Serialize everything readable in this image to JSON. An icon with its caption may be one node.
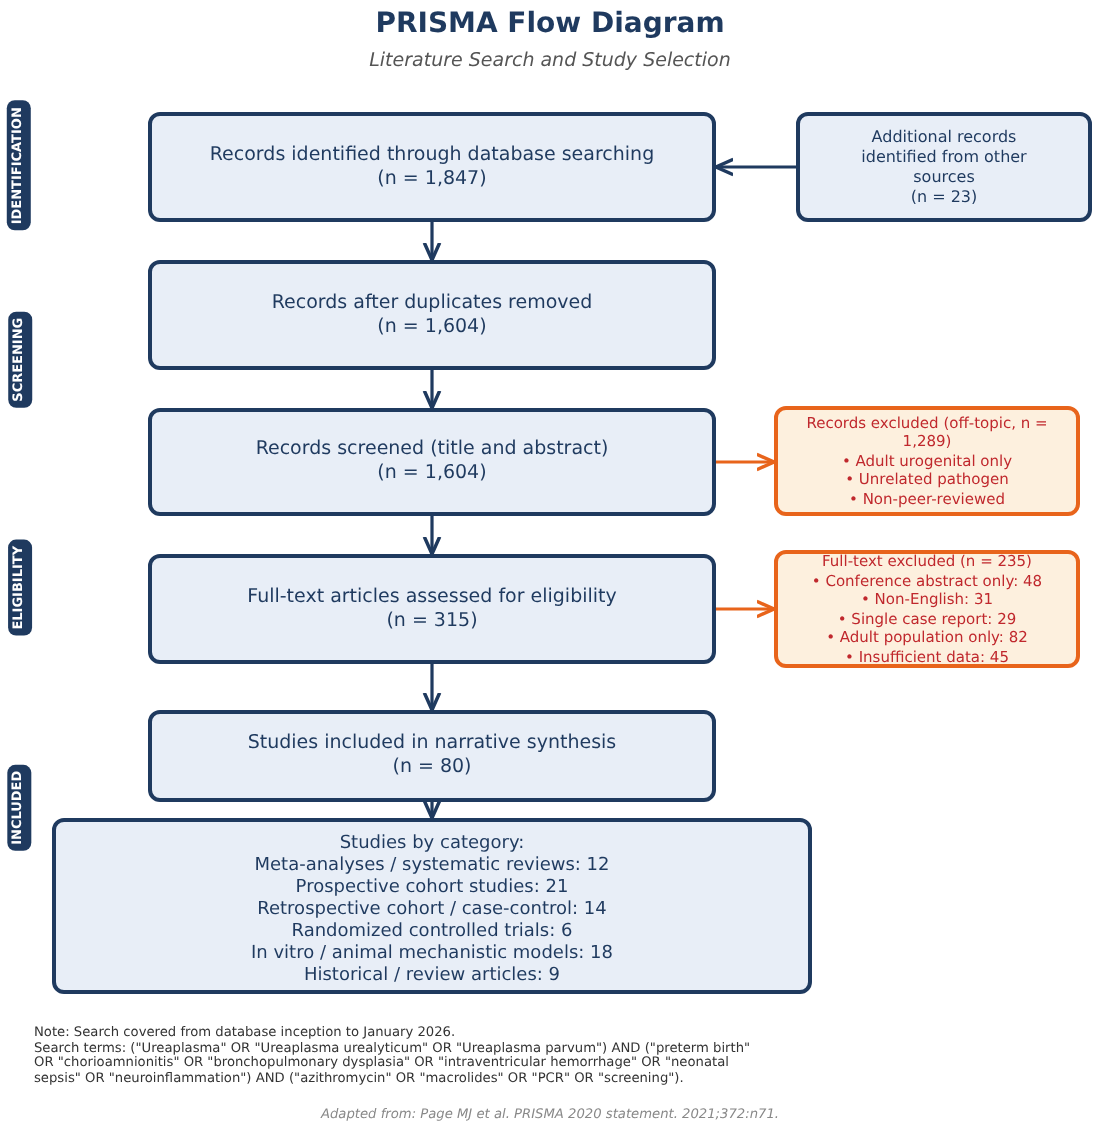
{
  "diagram": {
    "title": "PRISMA Flow Diagram",
    "caption": "Literature Search and Study Selection",
    "nodes": [
      {
        "text": [
          "Records identified through database searching",
          "(n = 1,847)"
        ]
      },
      {
        "text": [
          "Additional records identified from other sources",
          "(n = 23)"
        ]
      },
      {
        "text": [
          "Records after duplicates removed",
          "(n = 1,604)"
        ]
      },
      {
        "text": [
          "Records screened (title and abstract)",
          "(n = 1,604)"
        ]
      },
      {
        "text": [
          "Records excluded (off-topic, n = 1,289)",
          "• Adult urogenital only",
          "• Unrelated pathogen",
          "• Non-peer-reviewed"
        ]
      },
      {
        "text": [
          "Full-text articles assessed for eligibility",
          "(n = 315)"
        ]
      },
      {
        "text": [
          "Full-text excluded (n = 235)",
          "• Conference abstract only: 48",
          "• Non-English: 31",
          "• Single case report: 29",
          "• Adult population only: 82",
          "• Insufficient data: 45"
        ]
      },
      {
        "text": [
          "Studies included in narrative synthesis",
          "(n = 80)"
        ]
      },
      {
        "text": [
          "Studies by category:",
          "Meta-analyses / systematic reviews: 12",
          "Prospective cohort studies: 21",
          "Retrospective cohort / case-control: 14",
          "Randomized controlled trials: 6",
          "In vitro / animal mechanistic models: 18",
          "Historical / review articles: 9"
        ]
      }
    ],
    "edges": [
      {
        "from": 1,
        "to": 0,
        "arrow": "to"
      },
      {
        "from": 0,
        "to": 2,
        "arrow": "to"
      },
      {
        "from": 2,
        "to": 3,
        "arrow": "to"
      },
      {
        "from": 3,
        "to": 4,
        "arrow": "to",
        "color": "#e8641b"
      },
      {
        "from": 3,
        "to": 5,
        "arrow": "to"
      },
      {
        "from": 5,
        "to": 6,
        "arrow": "to",
        "color": "#e8641b"
      },
      {
        "from": 5,
        "to": 7,
        "arrow": "to"
      },
      {
        "from": 7,
        "to": 8,
        "arrow": "to"
      }
    ],
    "labels": [
      "IDENTIFICATION",
      "SCREENING",
      "ELIGIBILITY",
      "INCLUDED",
      "Note: Search covered from database inception to January 2026.",
      "Search terms: (\"Ureaplasma\" OR \"Ureaplasma urealyticum\" OR \"Ureaplasma parvum\") AND (\"preterm birth\" OR \"chorioamnionitis\" OR \"bronchopulmonary dysplasia\" OR \"intraventricular hemorrhage\" OR \"neonatal sepsis\" OR \"neuroinflammation\") AND (\"azithromycin\" OR \"macrolides\" OR \"PCR\" OR \"screening\").",
      "Adapted from: Page MJ et al. PRISMA 2020 statement. 2021;372:n71."
    ]
  }
}
